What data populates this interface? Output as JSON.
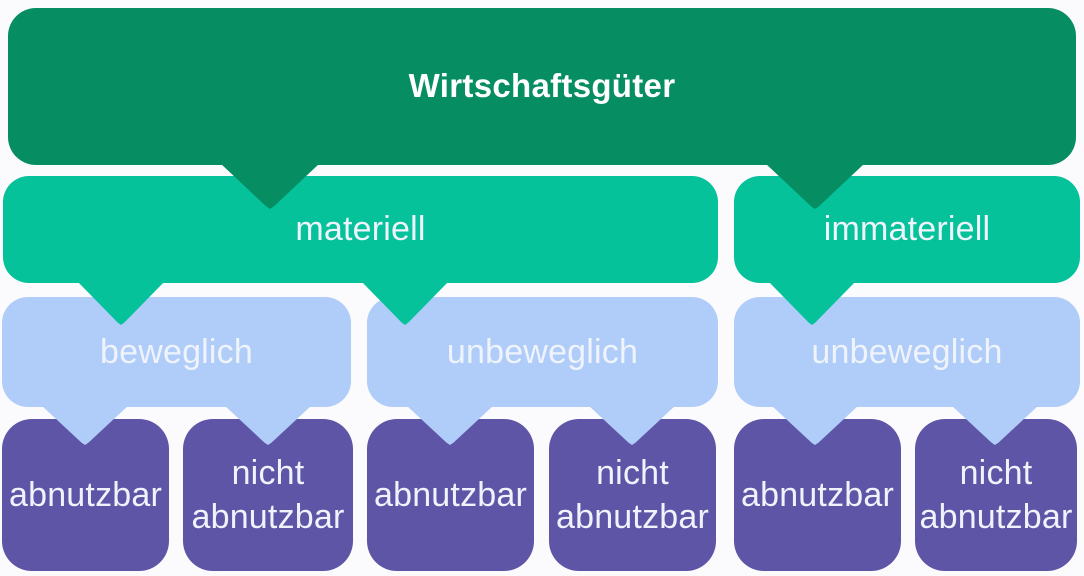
{
  "palette": {
    "green_dark": "#068d62",
    "teal": "#05c29b",
    "light_blue": "#b0ccf8",
    "purple": "#5f55a6",
    "background": "#fbfafd",
    "title_text": "#ffffff",
    "label_text": "#eff3fc"
  },
  "nodes": {
    "root": {
      "label": "Wirtschaftsgüter"
    },
    "materiell": {
      "label": "materiell"
    },
    "immateriell": {
      "label": "immateriell"
    },
    "beweglich": {
      "label": "beweglich"
    },
    "unbeweglich_mitte": {
      "label": "unbeweglich"
    },
    "unbeweglich_rechts": {
      "label": "unbeweglich"
    },
    "abnutzbar_1": {
      "label": "abnutzbar"
    },
    "nicht_abnutzbar_1": {
      "label": "nicht abnutzbar"
    },
    "abnutzbar_2": {
      "label": "abnutzbar"
    },
    "nicht_abnutzbar_2": {
      "label": "nicht abnutzbar"
    },
    "abnutzbar_3": {
      "label": "abnutzbar"
    },
    "nicht_abnutzbar_3": {
      "label": "nicht abnutzbar"
    }
  },
  "hierarchy": [
    {
      "parent": "Wirtschaftsgüter",
      "children": [
        "materiell",
        "immateriell"
      ]
    },
    {
      "parent": "materiell",
      "children": [
        "beweglich",
        "unbeweglich"
      ]
    },
    {
      "parent": "immateriell",
      "children": [
        "unbeweglich"
      ]
    },
    {
      "parent": "beweglich",
      "children": [
        "abnutzbar",
        "nicht abnutzbar"
      ]
    },
    {
      "parent": "unbeweglich (materiell)",
      "children": [
        "abnutzbar",
        "nicht abnutzbar"
      ]
    },
    {
      "parent": "unbeweglich (immateriell)",
      "children": [
        "abnutzbar",
        "nicht abnutzbar"
      ]
    }
  ]
}
